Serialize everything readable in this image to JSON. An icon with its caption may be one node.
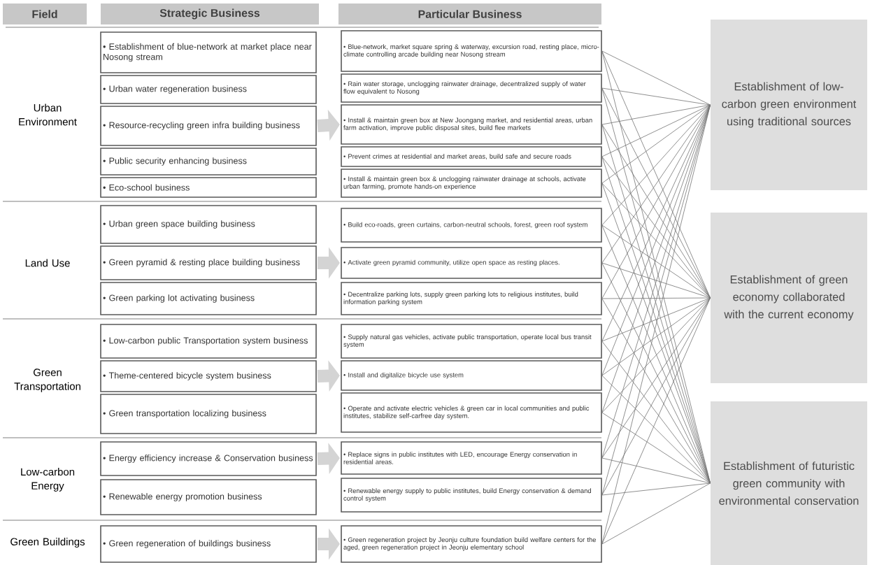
{
  "diagram": {
    "nodes": [
      {
        "text": [
          "• Establishment of blue-network at market place near Nosong stream"
        ]
      },
      {
        "text": [
          "• Urban water regeneration business"
        ]
      },
      {
        "text": [
          "• Resource-recycling green infra building business"
        ]
      },
      {
        "text": [
          "• Public security enhancing business"
        ]
      },
      {
        "text": [
          "• Eco-school business"
        ]
      },
      {
        "text": [
          "• Urban green space building business"
        ]
      },
      {
        "text": [
          "• Green pyramid & resting place building business"
        ]
      },
      {
        "text": [
          "• Green parking lot activating business"
        ]
      },
      {
        "text": [
          "• Low-carbon public Transportation system business"
        ]
      },
      {
        "text": [
          "• Theme-centered bicycle system business"
        ]
      },
      {
        "text": [
          "• Green transportation localizing business"
        ]
      },
      {
        "text": [
          "• Energy efficiency increase & Conservation business"
        ]
      },
      {
        "text": [
          "• Renewable energy promotion business"
        ]
      },
      {
        "text": [
          "• Green regeneration of buildings business"
        ]
      },
      {
        "text": [
          "• Blue-network, market square spring & waterway, excursion road, resting place, micro-climate controlling arcade building near Nosong stream"
        ]
      },
      {
        "text": [
          "• Rain water storage, unclogging rainwater drainage, decentralized supply of water flow equivalent to Nosong"
        ]
      },
      {
        "text": [
          "• Install & maintain green box at New Joongang market, and residential areas, urban farm activation, improve public disposal sites, build flee markets"
        ]
      },
      {
        "text": [
          "• Prevent crimes at residential and market areas, build safe and secure roads"
        ]
      },
      {
        "text": [
          "• Install & maintain green box & unclogging rainwater drainage at schools, activate urban farming, promote hands-on experience"
        ]
      },
      {
        "text": [
          "• Build eco-roads, green curtains, carbon-neutral schools, forest, green roof system"
        ]
      },
      {
        "text": [
          "• Activate green pyramid community, utilize open space as resting places."
        ]
      },
      {
        "text": [
          "• Decentralize parking lots, supply green parking lots to religious institutes, build information parking system"
        ]
      },
      {
        "text": [
          "• Supply natural gas vehicles, activate public transportation, operate local bus transit system"
        ]
      },
      {
        "text": [
          "• Install and digitalize bicycle use system"
        ]
      },
      {
        "text": [
          "• Operate and activate electric vehicles & green car in local communities and public institutes, stabilize self-carfree day system."
        ]
      },
      {
        "text": [
          "• Replace signs in public institutes with LED, encourage Energy conservation in residential areas."
        ]
      },
      {
        "text": [
          "• Renewable energy supply to public institutes, build Energy conservation & demand control system"
        ]
      },
      {
        "text": [
          "• Green regeneration project by Jeonju culture foundation build welfare centers for the aged, green regeneration project in Jeonju elementary school"
        ]
      },
      {
        "text": [
          "Establishment of low-carbon green environment using traditional sources"
        ]
      },
      {
        "text": [
          "Establishment of green economy collaborated with the current economy"
        ]
      },
      {
        "text": [
          "Establishment of futuristic green community with environmental conservation"
        ]
      }
    ],
    "edges": [
      {
        "from": 14,
        "to": 28,
        "arrow": "none"
      },
      {
        "from": 14,
        "to": 29,
        "arrow": "none"
      },
      {
        "from": 14,
        "to": 30,
        "arrow": "none"
      },
      {
        "from": 15,
        "to": 28,
        "arrow": "none"
      },
      {
        "from": 15,
        "to": 29,
        "arrow": "none"
      },
      {
        "from": 15,
        "to": 30,
        "arrow": "none"
      },
      {
        "from": 16,
        "to": 28,
        "arrow": "none"
      },
      {
        "from": 16,
        "to": 29,
        "arrow": "none"
      },
      {
        "from": 16,
        "to": 30,
        "arrow": "none"
      },
      {
        "from": 17,
        "to": 28,
        "arrow": "none"
      },
      {
        "from": 17,
        "to": 29,
        "arrow": "none"
      },
      {
        "from": 17,
        "to": 30,
        "arrow": "none"
      },
      {
        "from": 18,
        "to": 28,
        "arrow": "none"
      },
      {
        "from": 18,
        "to": 29,
        "arrow": "none"
      },
      {
        "from": 18,
        "to": 30,
        "arrow": "none"
      },
      {
        "from": 19,
        "to": 28,
        "arrow": "none"
      },
      {
        "from": 19,
        "to": 29,
        "arrow": "none"
      },
      {
        "from": 19,
        "to": 30,
        "arrow": "none"
      },
      {
        "from": 20,
        "to": 28,
        "arrow": "none"
      },
      {
        "from": 20,
        "to": 29,
        "arrow": "none"
      },
      {
        "from": 20,
        "to": 30,
        "arrow": "none"
      },
      {
        "from": 21,
        "to": 28,
        "arrow": "none"
      },
      {
        "from": 21,
        "to": 29,
        "arrow": "none"
      },
      {
        "from": 21,
        "to": 30,
        "arrow": "none"
      },
      {
        "from": 22,
        "to": 28,
        "arrow": "none"
      },
      {
        "from": 22,
        "to": 29,
        "arrow": "none"
      },
      {
        "from": 22,
        "to": 30,
        "arrow": "none"
      },
      {
        "from": 23,
        "to": 28,
        "arrow": "none"
      },
      {
        "from": 23,
        "to": 29,
        "arrow": "none"
      },
      {
        "from": 23,
        "to": 30,
        "arrow": "none"
      },
      {
        "from": 24,
        "to": 28,
        "arrow": "none"
      },
      {
        "from": 24,
        "to": 29,
        "arrow": "none"
      },
      {
        "from": 24,
        "to": 30,
        "arrow": "none"
      },
      {
        "from": 25,
        "to": 28,
        "arrow": "none"
      },
      {
        "from": 25,
        "to": 29,
        "arrow": "none"
      },
      {
        "from": 25,
        "to": 30,
        "arrow": "none"
      },
      {
        "from": 26,
        "to": 28,
        "arrow": "none"
      },
      {
        "from": 26,
        "to": 29,
        "arrow": "none"
      },
      {
        "from": 26,
        "to": 30,
        "arrow": "none"
      },
      {
        "from": 27,
        "to": 28,
        "arrow": "none"
      },
      {
        "from": 27,
        "to": 29,
        "arrow": "none"
      },
      {
        "from": 27,
        "to": 30,
        "arrow": "none"
      },
      {
        "from": 2,
        "to": 16,
        "arrow": "to",
        "style": "thick",
        "color": "#d4d4d4"
      },
      {
        "from": 6,
        "to": 20,
        "arrow": "to",
        "style": "thick",
        "color": "#d4d4d4"
      },
      {
        "from": 9,
        "to": 23,
        "arrow": "to",
        "style": "thick",
        "color": "#d4d4d4"
      },
      {
        "from": 11,
        "to": 25,
        "arrow": "to",
        "style": "thick",
        "color": "#d4d4d4"
      },
      {
        "from": 13,
        "to": 27,
        "arrow": "to",
        "style": "thick",
        "color": "#d4d4d4"
      }
    ],
    "labels": [
      "Field",
      "Strategic Business",
      "Particular Business",
      "Urban Environment",
      "Land Use",
      "Green Transportation",
      "Low-carbon Energy",
      "Green Buildings"
    ]
  }
}
